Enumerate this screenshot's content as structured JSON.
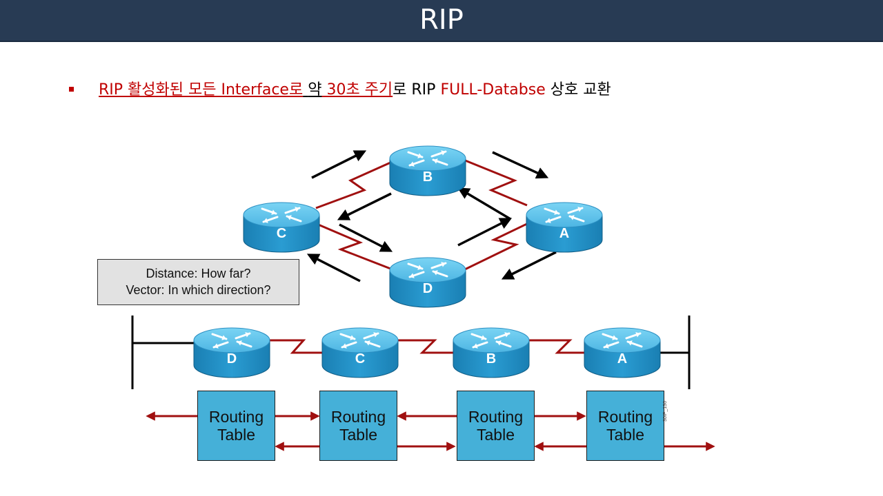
{
  "slide": {
    "title": "RIP",
    "bullet": {
      "seg1": "RIP 활성화된 모든 Interface로",
      "seg2": " ",
      "seg3": "약",
      "seg4": " 30초 주기",
      "seg5": "로 RIP ",
      "seg6": "FULL-Databse",
      "seg7": " 상호 교환"
    }
  },
  "diagram": {
    "info_box": {
      "line1": "Distance: How far?",
      "line2": "Vector: In which direction?"
    },
    "ring_routers": [
      {
        "id": "B",
        "label": "B"
      },
      {
        "id": "C",
        "label": "C"
      },
      {
        "id": "A",
        "label": "A"
      },
      {
        "id": "D",
        "label": "D"
      }
    ],
    "chain_routers": [
      {
        "id": "D",
        "label": "D"
      },
      {
        "id": "C",
        "label": "C"
      },
      {
        "id": "B",
        "label": "B"
      },
      {
        "id": "A",
        "label": "A"
      }
    ],
    "routing_tables": [
      {
        "line1": "Routing",
        "line2": "Table"
      },
      {
        "line1": "Routing",
        "line2": "Table"
      },
      {
        "line1": "Routing",
        "line2": "Table"
      },
      {
        "line1": "Routing",
        "line2": "Table"
      }
    ],
    "figure_code": "30IP_136",
    "colors": {
      "link": "#A01010",
      "router_top": "#5FC3EA",
      "router_body": "#1E8CC0",
      "table_fill": "#45B0D8",
      "update_arrow": "#A01010",
      "flow_arrow": "#000000"
    }
  }
}
